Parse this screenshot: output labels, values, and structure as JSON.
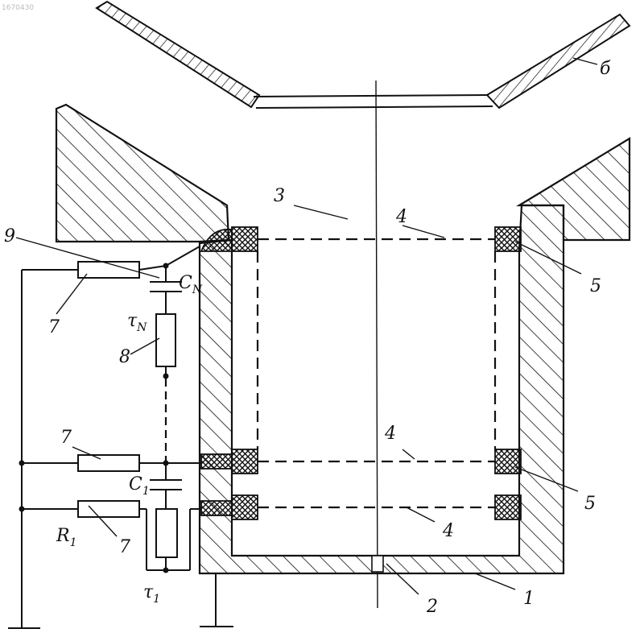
{
  "watermark": "1670430",
  "labels": {
    "l1": "1",
    "l2": "2",
    "l3": "3",
    "l4a": "4",
    "l4b": "4",
    "l4c": "4",
    "l5a": "5",
    "l5b": "5",
    "l6": "б",
    "l7a": "7",
    "l7b": "7",
    "l7c": "7",
    "l8": "8",
    "l9": "9",
    "cN": "C",
    "cN_sub": "N",
    "tauN": "τ",
    "tauN_sub": "N",
    "c1": "C",
    "c1_sub": "1",
    "r1": "R",
    "r1_sub": "1",
    "tau1": "τ",
    "tau1_sub": "1"
  }
}
